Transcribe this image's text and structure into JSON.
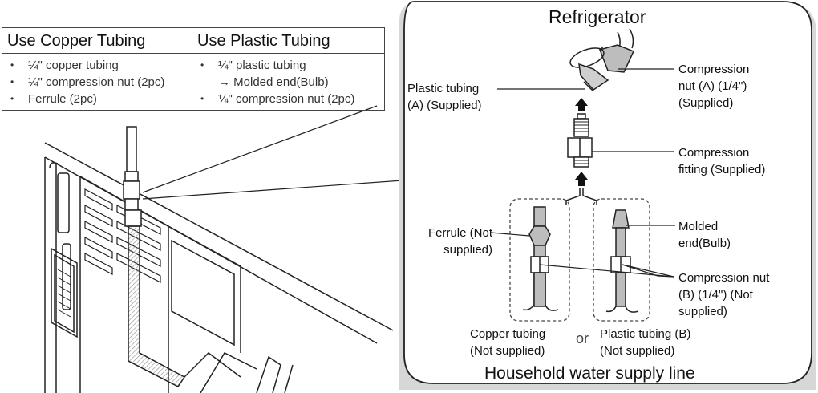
{
  "table": {
    "copper_header": "Use Copper Tubing",
    "plastic_header": "Use Plastic Tubing",
    "copper_items": [
      "¼\" copper tubing",
      "¼\" compression nut (2pc)",
      "Ferrule (2pc)"
    ],
    "plastic_items": [
      "¼\" plastic tubing",
      "→ Molded end(Bulb)",
      "¼\" compression nut (2pc)"
    ]
  },
  "diagram": {
    "title": "Refrigerator",
    "bottom_title": "Household water supply line",
    "labels": {
      "plastic_tubing_a_1": "Plastic tubing",
      "plastic_tubing_a_2": "(A) (Supplied)",
      "compression_nut_a_1": "Compression",
      "compression_nut_a_2": "nut (A) (1/4\")",
      "compression_nut_a_3": "(Supplied)",
      "compression_fitting_1": "Compression",
      "compression_fitting_2": "fitting (Supplied)",
      "ferrule_1": "Ferrule (Not",
      "ferrule_2": "supplied)",
      "molded_end_1": "Molded",
      "molded_end_2": "end(Bulb)",
      "compression_nut_b_1": "Compression nut",
      "compression_nut_b_2": "(B) (1/4\") (Not",
      "compression_nut_b_3": "supplied)",
      "copper_tubing_1": "Copper tubing",
      "copper_tubing_2": "(Not supplied)",
      "or": "or",
      "plastic_tubing_b_1": "Plastic tubing (B)",
      "plastic_tubing_b_2": "(Not supplied)"
    }
  },
  "colors": {
    "line": "#222222",
    "tube_fill": "#bdbdbd",
    "panel_shadow": "#cfcfcf"
  }
}
